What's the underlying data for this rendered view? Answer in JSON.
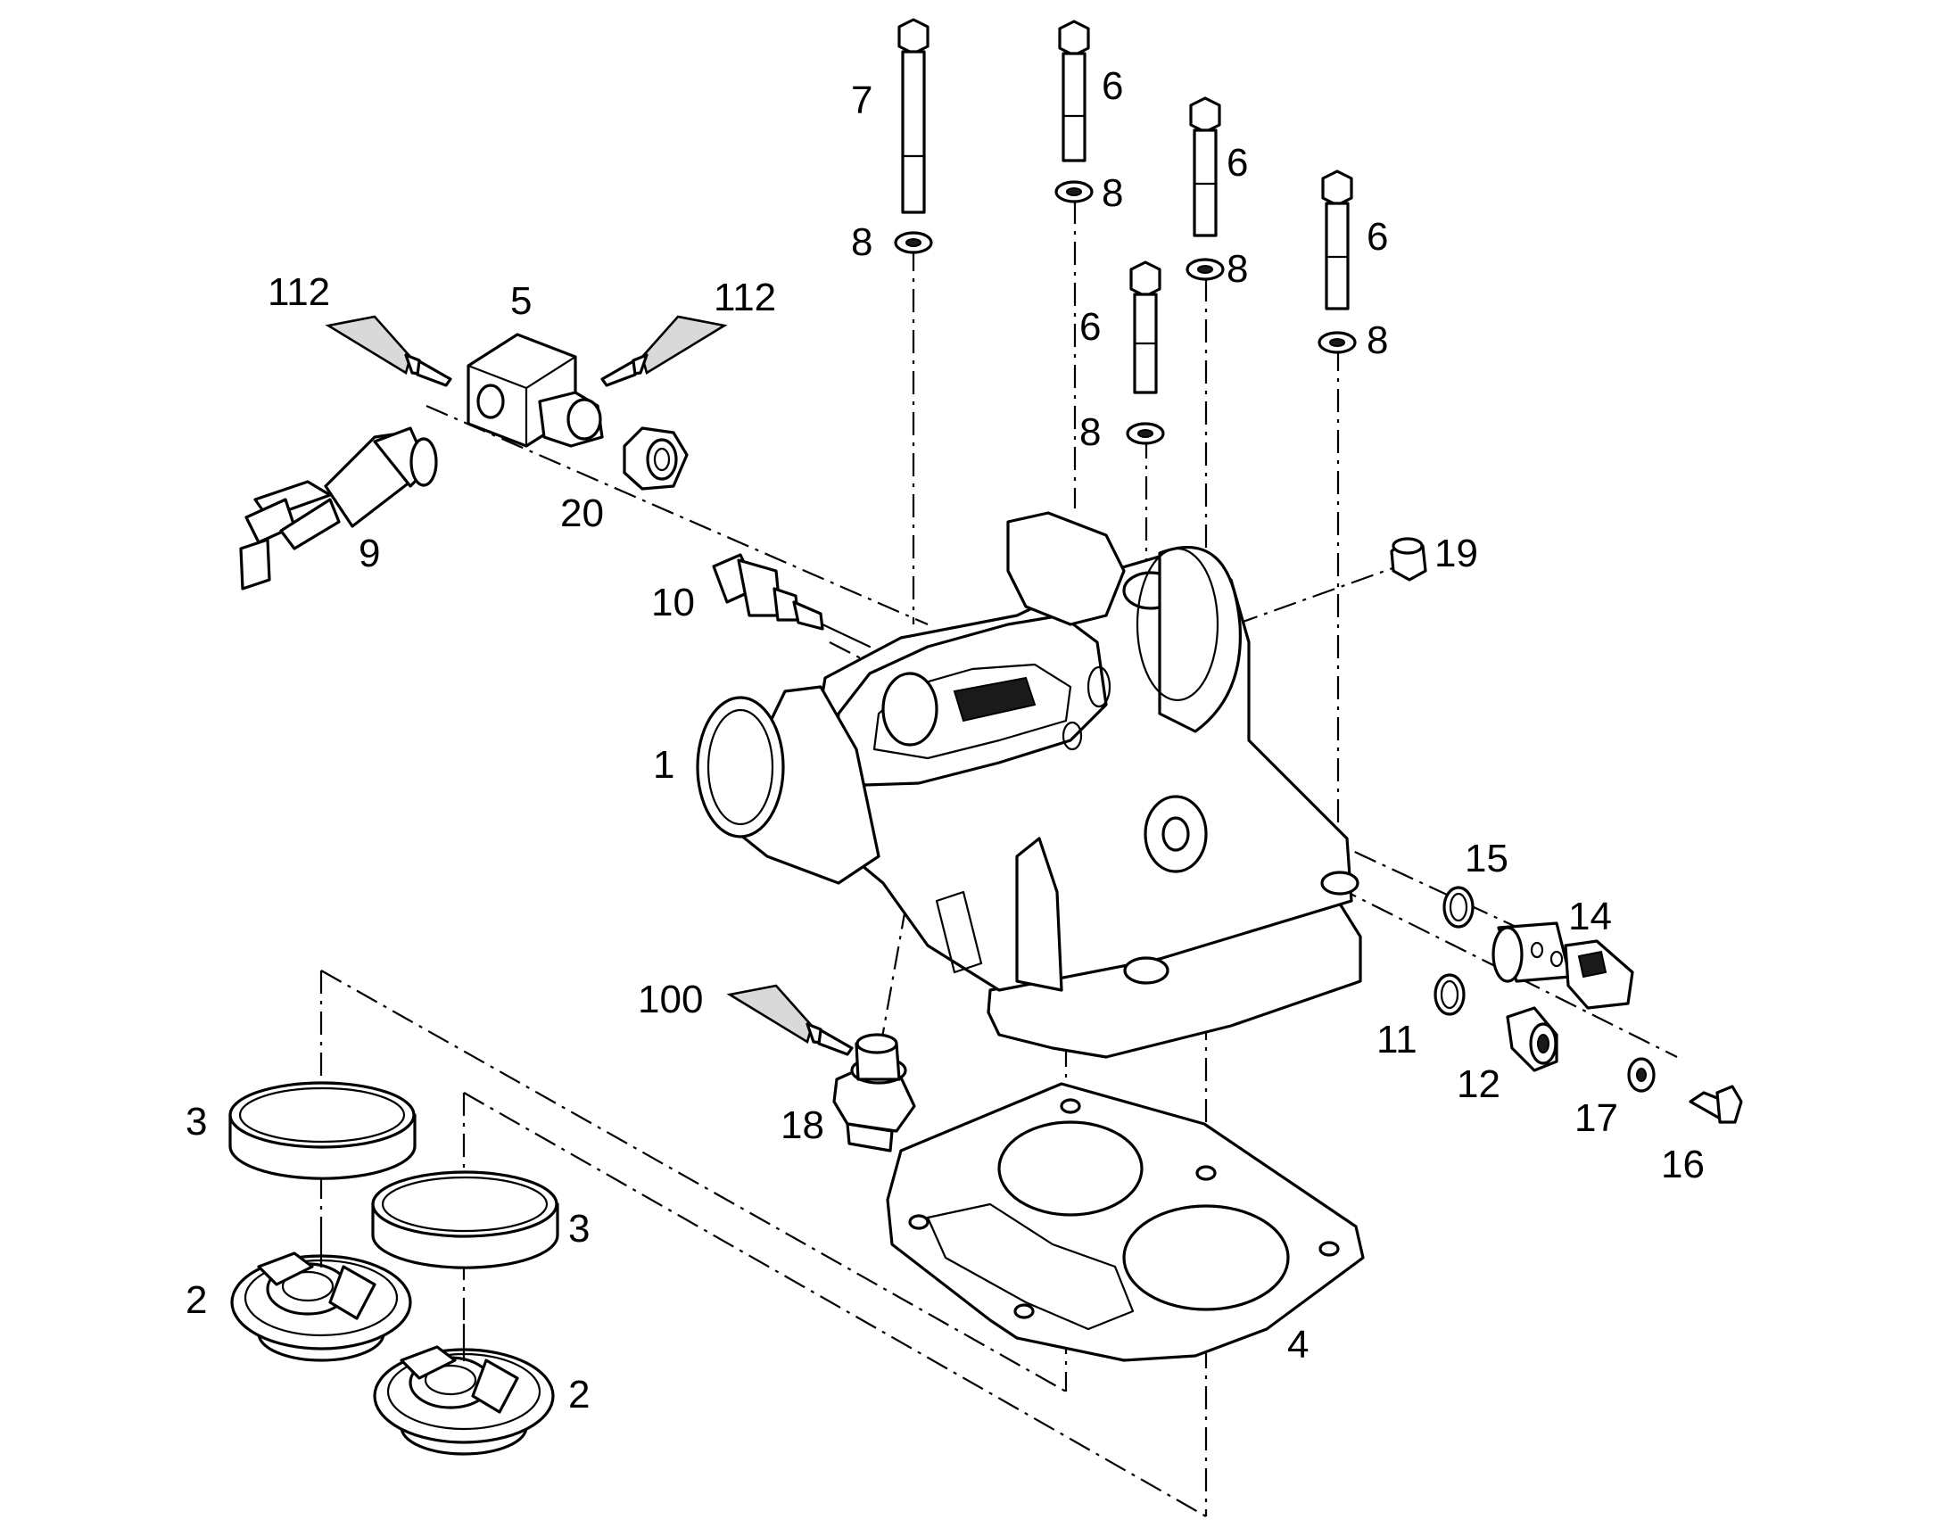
{
  "diagram": {
    "callouts": {
      "p1": "1",
      "p2a": "2",
      "p2b": "2",
      "p3a": "3",
      "p3b": "3",
      "p4": "4",
      "p5": "5",
      "p6a": "6",
      "p6b": "6",
      "p6c": "6",
      "p6d": "6",
      "p7": "7",
      "p8a": "8",
      "p8b": "8",
      "p8c": "8",
      "p8d": "8",
      "p8e": "8",
      "p9": "9",
      "p10": "10",
      "p11": "11",
      "p12": "12",
      "p14": "14",
      "p15": "15",
      "p16": "16",
      "p17": "17",
      "p18": "18",
      "p19": "19",
      "p20": "20",
      "p100": "100",
      "p112a": "112",
      "p112b": "112"
    }
  }
}
